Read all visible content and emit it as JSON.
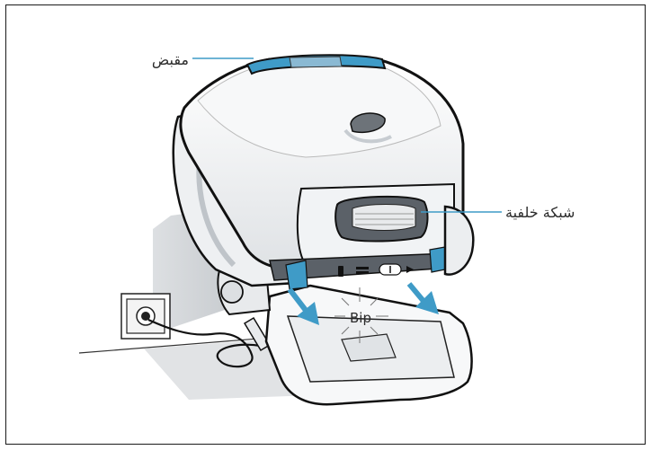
{
  "labels": {
    "handle": "مقبض",
    "rear_grille": "شبكة خلفية",
    "beep": "Bip"
  },
  "colors": {
    "accent": "#3f9bc7",
    "outline": "#111111",
    "body_light": "#f3f4f5",
    "body_shadow": "#c9cdd1",
    "dark_panel": "#555a60"
  },
  "icons": [
    "power-icon",
    "battery-icon",
    "filter-icon",
    "direction-icon"
  ]
}
